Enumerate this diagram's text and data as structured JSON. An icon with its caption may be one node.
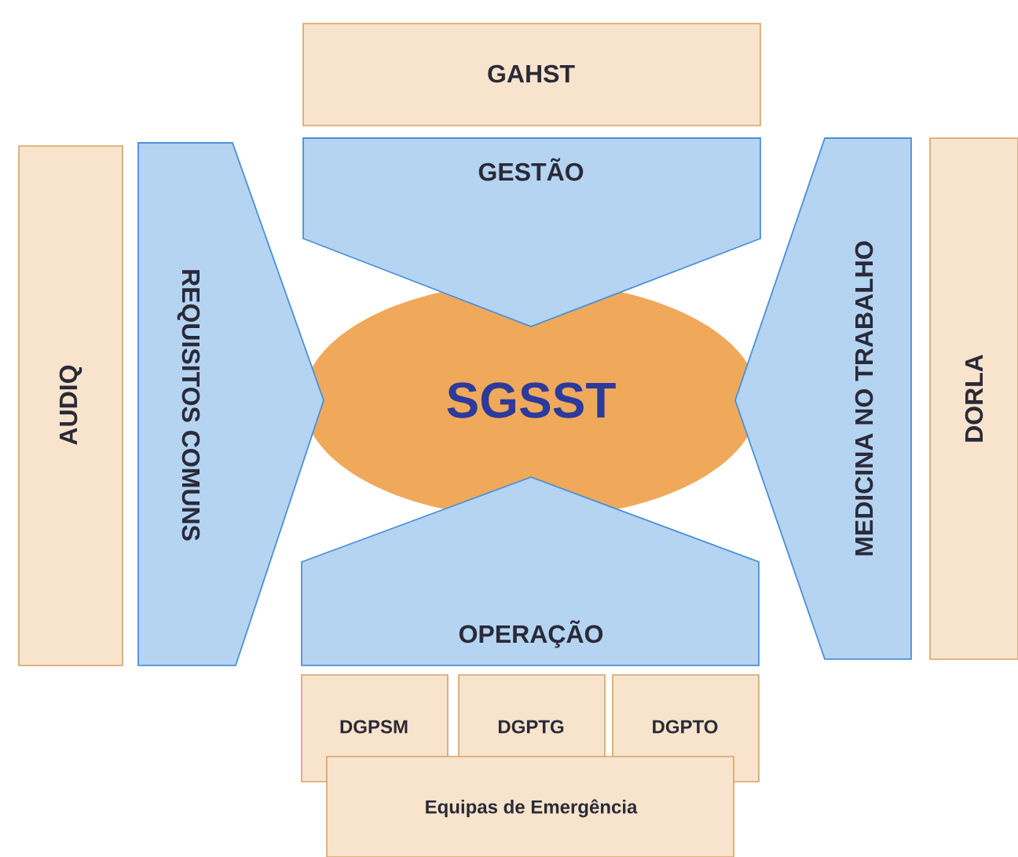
{
  "diagram": {
    "nodes": [
      {
        "text": [
          "GAHST"
        ]
      },
      {
        "text": [
          "GESTÃO"
        ]
      },
      {
        "text": [
          "AUDIQ"
        ]
      },
      {
        "text": [
          "REQUISITOS COMUNS"
        ]
      },
      {
        "text": [
          "SGSST"
        ]
      },
      {
        "text": [
          "MEDICINA NO TRABALHO"
        ]
      },
      {
        "text": [
          "DORLA"
        ]
      },
      {
        "text": [
          "OPERAÇÃO"
        ]
      },
      {
        "text": [
          "DGPSM"
        ]
      },
      {
        "text": [
          "DGPTG"
        ]
      },
      {
        "text": [
          "DGPTO"
        ]
      },
      {
        "text": [
          "Equipas de Emergência"
        ]
      }
    ]
  }
}
